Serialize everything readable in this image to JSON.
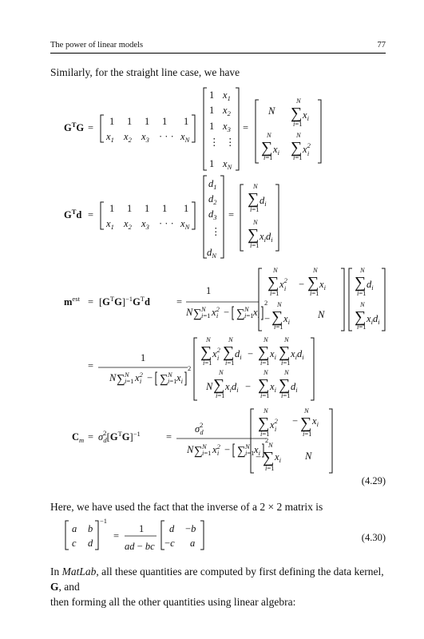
{
  "header": {
    "running_title": "The power of linear models",
    "page_number": "77"
  },
  "text": {
    "intro": "Similarly, for the straight line case, we have",
    "inverse_note": "Here, we have used the fact that the inverse of a 2 × 2 matrix is",
    "matlab_a": "In ",
    "matlab_b": "MatLab",
    "matlab_c": ", all these quantities are computed by first defining the data kernel, ",
    "matlab_d": "G",
    "matlab_e": ", and",
    "matlab_f": "then forming all the other quantities using linear algebra:"
  },
  "equation_numbers": {
    "cm": "(4.29)",
    "inverse": "(4.30)"
  }
}
